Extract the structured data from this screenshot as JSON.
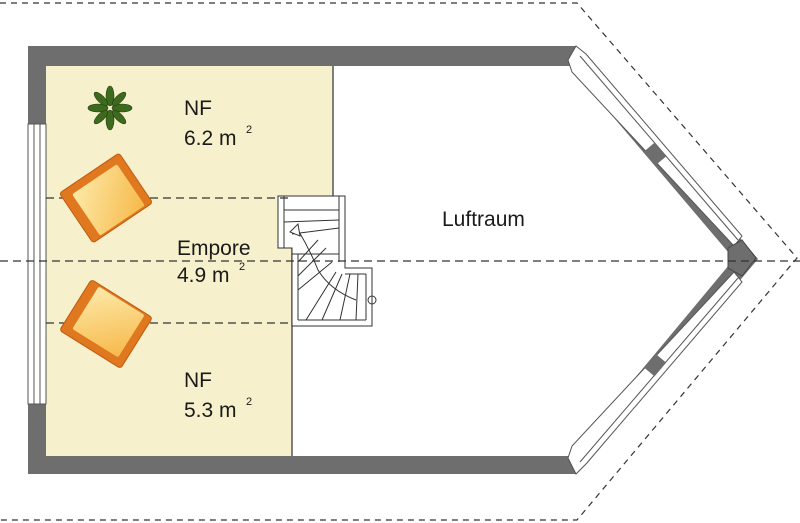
{
  "rooms": {
    "nf_top": {
      "name": "NF",
      "area": "6.2 m",
      "unit_sup": "2"
    },
    "empore": {
      "name": "Empore",
      "area": "4.9 m",
      "unit_sup": "2"
    },
    "nf_bottom": {
      "name": "NF",
      "area": "5.3 m",
      "unit_sup": "2"
    },
    "luftraum": {
      "name": "Luftraum"
    }
  },
  "colors": {
    "wall": "#6e6e6e",
    "floor": "#f6f0cc",
    "chair_outline": "#e07820",
    "chair_fill": "#f9c864",
    "plant": "#3e6a1e"
  }
}
